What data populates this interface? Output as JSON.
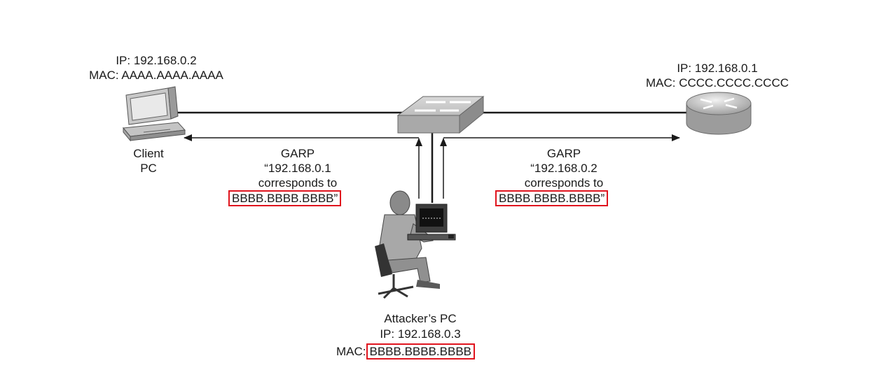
{
  "client": {
    "ip": "IP: 192.168.0.2",
    "mac": "MAC: AAAA.AAAA.AAAA",
    "name_line1": "Client",
    "name_line2": "PC"
  },
  "router": {
    "ip": "IP: 192.168.0.1",
    "mac": "MAC: CCCC.CCCC.CCCC"
  },
  "garp_left": {
    "title": "GARP",
    "line1": "“192.168.0.1",
    "line2": "corresponds to",
    "mac": "BBBB.BBBB.BBBB",
    "close_quote": "”"
  },
  "garp_right": {
    "title": "GARP",
    "line1": "“192.168.0.2",
    "line2": "corresponds to",
    "mac": "BBBB.BBBB.BBBB",
    "close_quote": "”"
  },
  "attacker": {
    "name": "Attacker’s PC",
    "ip": "IP: 192.168.0.3",
    "mac_label": "MAC:",
    "mac": "BBBB.BBBB.BBBB"
  },
  "colors": {
    "highlight": "#e0141e",
    "line": "#1a1a1a",
    "device_gray": "#b5b5b5"
  },
  "icons": [
    "client-pc-icon",
    "switch-icon",
    "router-icon",
    "attacker-person-icon",
    "attacker-computer-icon"
  ]
}
